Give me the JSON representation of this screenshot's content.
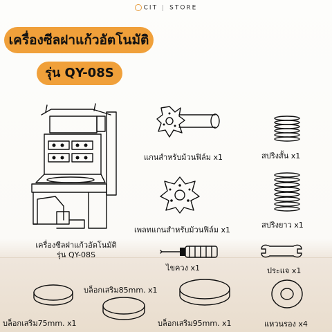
{
  "brand": {
    "left": "CIT",
    "separator": "|",
    "right": "STORE",
    "logo_icon": "cit-logo-icon"
  },
  "title": "เครื่องซีลฝาแก้วอัตโนมัติ",
  "model": "รุ่น QY-08S",
  "accent_color": "#f0a03a",
  "items": {
    "machine": {
      "line1": "เครื่องซีลฝาแก้วอัตโนมัติ",
      "line2": "รุ่น QY-08S"
    },
    "film_roll_axis": "แกนสำหรับม้วนฟิล์ม x1",
    "short_spring": "สปริงสั้น x1",
    "film_axis_plate": "เพลทแกนสำหรับม้วนฟิล์ม x1",
    "long_spring": "สปริงยาว x1",
    "screwdriver": "ไขควง x1",
    "wrench": "ประแจ x1",
    "ring_85": "บล็อกเสริม85mm. x1",
    "ring_75": "บล็อกเสริม75mm. x1",
    "ring_95": "บล็อกเสริม95mm. x1",
    "washer": "แหวนรอง x4"
  }
}
